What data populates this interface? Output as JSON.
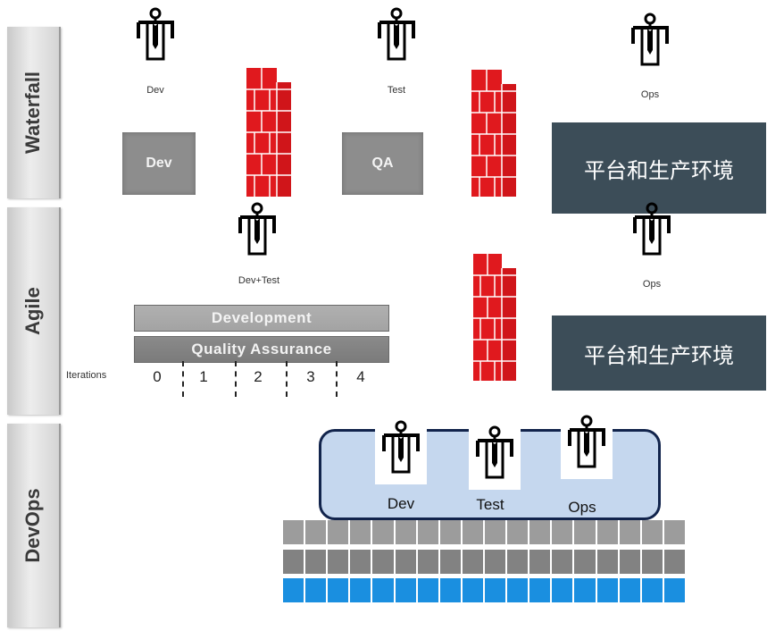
{
  "lanes": {
    "waterfall": "Waterfall",
    "agile": "Agile",
    "devops": "DevOps"
  },
  "waterfall": {
    "dev_person": "Dev",
    "test_person": "Test",
    "ops_person": "Ops",
    "dev_box": "Dev",
    "qa_box": "QA",
    "env": "平台和生产环境"
  },
  "agile": {
    "devtest_person": "Dev+Test",
    "ops_person": "Ops",
    "development_bar": "Development",
    "qa_bar": "Quality Assurance",
    "iterations_label": "Iterations",
    "iterations": [
      "0",
      "1",
      "2",
      "3",
      "4"
    ],
    "env": "平台和生产环境"
  },
  "devops": {
    "dev": "Dev",
    "test": "Test",
    "ops": "Ops"
  },
  "colors": {
    "wall": "#e0191e",
    "env_box": "#3c4d58",
    "devops_box_fill": "#c5d7ee",
    "devops_box_border": "#12244c",
    "tile_light": "#9c9c9c",
    "tile_mid": "#828282",
    "tile_blue": "#1a8fe0",
    "grey_box": "#8d8d8d"
  },
  "icons": {
    "person": "person-with-tie-icon",
    "wall": "brick-wall-icon"
  }
}
